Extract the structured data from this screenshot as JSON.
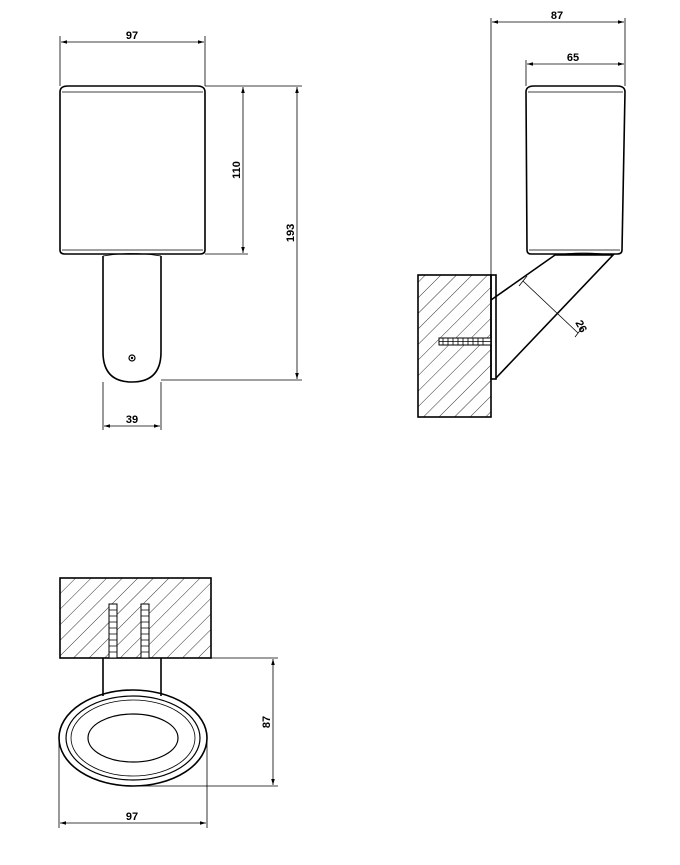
{
  "colors": {
    "line": "#000000",
    "background": "#ffffff"
  },
  "front_view": {
    "dim_top_width": "97",
    "dim_cup_height": "110",
    "dim_total_height": "193",
    "dim_stem_width": "39"
  },
  "side_view": {
    "dim_total_depth": "87",
    "dim_cup_depth": "65",
    "dim_stem_diameter": "26"
  },
  "top_view": {
    "dim_depth": "87",
    "dim_width": "97"
  }
}
